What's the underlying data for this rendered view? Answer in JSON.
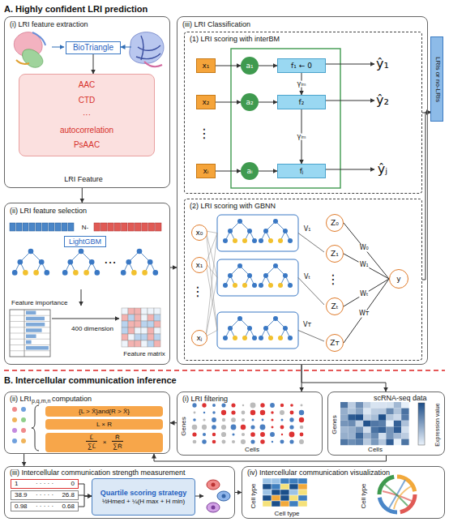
{
  "diagram": {
    "nodes": [
      {
        "text": [
          "(i) LRI feature extraction",
          "LRI Feature"
        ]
      },
      {
        "text": [
          "BioTriangle"
        ],
        "in": 0
      },
      {
        "text": [
          "AAC",
          "CTD",
          "···",
          "autocorrelation",
          "PsAAC"
        ],
        "in": 0
      },
      {
        "text": [
          "(ii) LRI feature selection",
          "N-",
          "Feature importance",
          "400 dimension",
          "Feature matrix"
        ]
      },
      {
        "text": [
          "LightGBM"
        ],
        "in": 3
      },
      {
        "text": [
          "(iii) LRI Classification"
        ]
      },
      {
        "text": [
          "(1) LRI scoring with interBM"
        ],
        "in": 5
      },
      {
        "text": [
          "x₁"
        ],
        "in": 6
      },
      {
        "text": [
          "x₂"
        ],
        "in": 6
      },
      {
        "text": [
          "xᵢ"
        ],
        "in": 6
      },
      {
        "text": [
          "a₁"
        ],
        "in": 6
      },
      {
        "text": [
          "a₂"
        ],
        "in": 6
      },
      {
        "text": [
          "aᵢ"
        ],
        "in": 6
      },
      {
        "text": [
          "f₁ ← 0"
        ],
        "in": 6
      },
      {
        "text": [
          "f₂"
        ],
        "in": 6
      },
      {
        "text": [
          "fⱼ"
        ],
        "in": 6
      },
      {
        "text": [
          "(2) LRI scoring with GBNN"
        ],
        "in": 5
      },
      {
        "text": [
          "x₀"
        ],
        "in": 16
      },
      {
        "text": [
          "x₁"
        ],
        "in": 16
      },
      {
        "text": [
          "xⱼ"
        ],
        "in": 16
      },
      {
        "text": [
          "Z₀"
        ],
        "in": 16
      },
      {
        "text": [
          "Z₁"
        ],
        "in": 16
      },
      {
        "text": [
          "Zₜ"
        ],
        "in": 16
      },
      {
        "text": [
          "Zᴛ"
        ],
        "in": 16
      },
      {
        "text": [
          "y"
        ],
        "in": 16
      },
      {
        "text": [
          "LRIs or no-LRIs"
        ]
      },
      {
        "text": [
          "(ii) LRI",
          "p,q,m,n",
          "computation"
        ]
      },
      {
        "text": [
          "{L > X̄}and{R > X̄}"
        ],
        "in": 26
      },
      {
        "text": [
          "L × R"
        ],
        "in": 26
      },
      {
        "text": [
          "L̄",
          "∑L̄",
          "×",
          "R̄",
          "∑R̄"
        ],
        "in": 26
      },
      {
        "text": [
          "(i) LRI filtering",
          "Genes",
          "Cells"
        ]
      },
      {
        "text": [
          "scRNA-seq data",
          "Genes",
          "Cells",
          "Expression value"
        ]
      },
      {
        "text": [
          "(iii) Intercellular communication strength measurement"
        ]
      },
      {
        "text": [
          "1",
          "· · · · ·",
          "0"
        ],
        "in": 32
      },
      {
        "text": [
          "38.9",
          "· · · · ·",
          "26.8"
        ],
        "in": 32
      },
      {
        "text": [
          "0.98",
          "· · · · ·",
          "0.68"
        ],
        "in": 32
      },
      {
        "text": [
          "Quartile scoring strategy",
          "½Hmed + ¼(H max + H min)"
        ],
        "in": 32
      },
      {
        "text": [
          "(iv) Intercellular communication visualization",
          "Cell type",
          "Cell type",
          "Cell type"
        ]
      }
    ],
    "edges": [
      {
        "from": 0,
        "to": 3,
        "arrow": "to"
      },
      {
        "from": 1,
        "to": 2,
        "arrow": "to"
      },
      {
        "from": 3,
        "to": 5,
        "arrow": "to"
      },
      {
        "from": 7,
        "to": 10,
        "arrow": "to"
      },
      {
        "from": 8,
        "to": 11,
        "arrow": "to"
      },
      {
        "from": 9,
        "to": 12,
        "arrow": "to"
      },
      {
        "from": 10,
        "to": 13,
        "arrow": "to"
      },
      {
        "from": 11,
        "to": 14,
        "arrow": "to"
      },
      {
        "from": 12,
        "to": 15,
        "arrow": "to"
      },
      {
        "from": 13,
        "to": 14,
        "label": "γₗₘ",
        "arrow": "to"
      },
      {
        "from": 14,
        "to": 15,
        "label": "γₗₘ",
        "arrow": "to"
      },
      {
        "from": 20,
        "to": 24,
        "label": "W₀",
        "arrow": "none"
      },
      {
        "from": 21,
        "to": 24,
        "label": "W₁",
        "arrow": "none"
      },
      {
        "from": 22,
        "to": 24,
        "label": "Wₜ",
        "arrow": "none"
      },
      {
        "from": 23,
        "to": 24,
        "label": "Wᴛ",
        "arrow": "none"
      },
      {
        "from": 6,
        "to": 25,
        "arrow": "to"
      },
      {
        "from": 16,
        "to": 25,
        "arrow": "to"
      },
      {
        "from": 5,
        "to": 30,
        "arrow": "to"
      },
      {
        "from": 5,
        "to": 31,
        "arrow": "to"
      },
      {
        "from": 30,
        "to": 26,
        "arrow": "to"
      },
      {
        "from": 31,
        "to": 26,
        "arrow": "to"
      },
      {
        "from": 26,
        "to": 32,
        "arrow": "to"
      },
      {
        "from": 33,
        "to": 36,
        "arrow": "to"
      },
      {
        "from": 34,
        "to": 36,
        "arrow": "to"
      },
      {
        "from": 35,
        "to": 36,
        "arrow": "to"
      },
      {
        "from": 32,
        "to": 37,
        "arrow": "to"
      }
    ],
    "labels": [
      "A. Highly confident LRI prediction",
      "···",
      "⋮",
      "ŷ₁",
      "ŷ₂",
      "ŷⱼ",
      "⋮",
      "V₁",
      "Vₜ",
      "Vᴛ",
      "⋮",
      "B. Intercellular communication inference"
    ]
  }
}
